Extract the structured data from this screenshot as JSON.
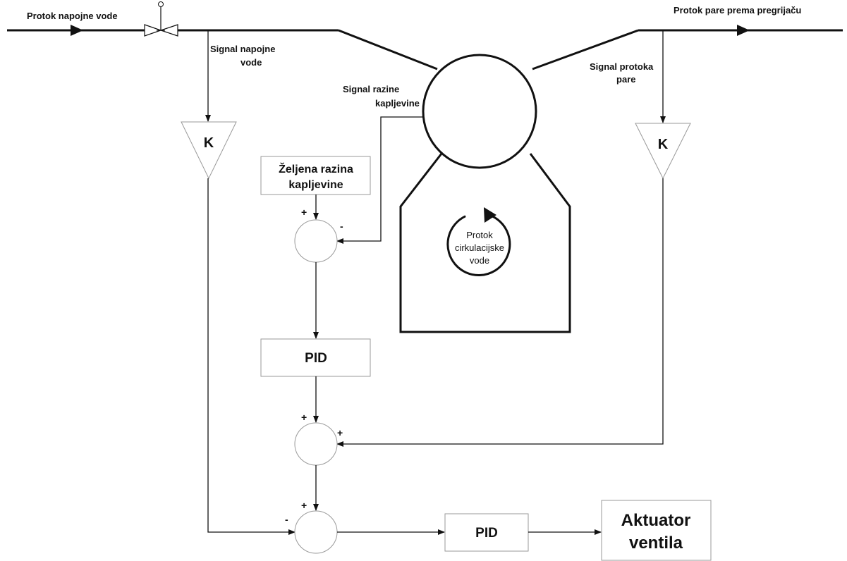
{
  "labels": {
    "feedwater_flow": "Protok napojne vode",
    "steam_flow": "Protok pare prema pregrijaču",
    "feedwater_signal_1": "Signal napojne",
    "feedwater_signal_2": "vode",
    "level_signal_1": "Signal razine",
    "level_signal_2": "kapljevine",
    "steam_signal_1": "Signal protoka",
    "steam_signal_2": "pare",
    "setpoint_1": "Željena razina",
    "setpoint_2": "kapljevine",
    "circulation_1": "Protok",
    "circulation_2": "cirkulacijske",
    "circulation_3": "vode"
  },
  "blocks": {
    "gain_left": "K",
    "gain_right": "K",
    "pid_level": "PID",
    "pid_flow": "PID",
    "actuator_1": "Aktuator",
    "actuator_2": "ventila"
  },
  "signs": {
    "sum1_setpoint": "+",
    "sum1_level": "-",
    "sum2_pid": "+",
    "sum2_steam": "+",
    "sum3_top": "+",
    "sum3_feed": "-"
  }
}
